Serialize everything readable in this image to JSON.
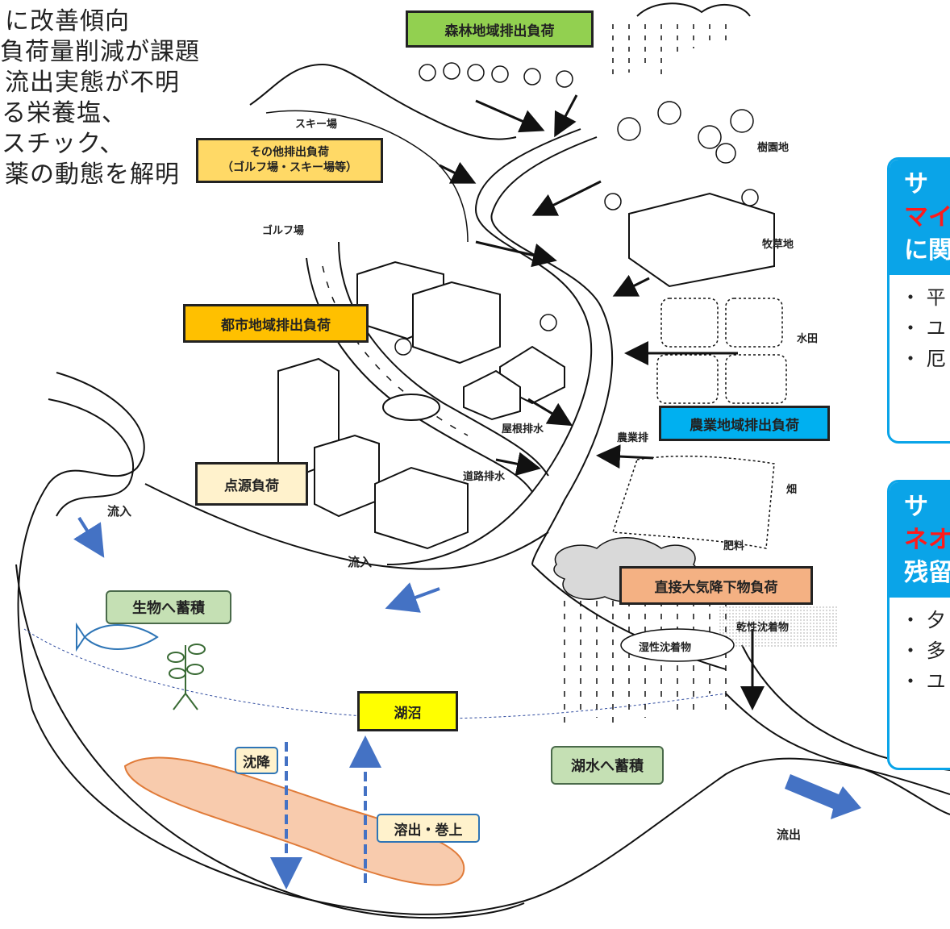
{
  "bullets": [
    "に改善傾向",
    "負荷量削減が課題",
    "流出実態が不明",
    "る栄養塩、",
    "スチック、",
    "薬の動態を解明"
  ],
  "labels": {
    "forest": "森林地域排出負荷",
    "other_line1": "その他排出負荷",
    "other_line2": "（ゴルフ場・スキー場等）",
    "urban": "都市地域排出負荷",
    "agri": "農業地域排出負荷",
    "point": "点源負荷",
    "atmos": "直接大気降下物負荷",
    "lake": "湖沼",
    "bio": "生物へ蓄積",
    "water": "湖水へ蓄積",
    "sediment_down": "沈降",
    "sediment_up": "溶出・巻上"
  },
  "place_labels": {
    "ski": "スキー場",
    "golf": "ゴルフ場",
    "orchard": "樹園地",
    "pasture": "牧草地",
    "paddy": "水田",
    "field": "畑",
    "fertilizer": "肥料",
    "roof": "屋根排水",
    "road": "道路排水",
    "agri_drain": "農業排",
    "inflow1": "流入",
    "inflow2": "流入",
    "outflow": "流出",
    "dry_dep": "乾性沈着物",
    "wet_dep": "湿性沈着物"
  },
  "panels": [
    {
      "title1": "サ",
      "title_red": "マイ",
      "title3": "に関",
      "items": [
        "・ 平",
        "・ ユ",
        "・ 厄"
      ]
    },
    {
      "title1": "サ",
      "title_red": "ネオ",
      "title3": "残留",
      "items": [
        "・ 夕",
        "・ 多",
        "・ ユ"
      ]
    }
  ],
  "colors": {
    "forest": "#92d050",
    "other": "#ffd966",
    "urban": "#ffc000",
    "agri": "#00b0f0",
    "point": "#fff2cc",
    "atmos": "#f4b183",
    "lake": "#ffff00",
    "soft_green": "#c5e0b4",
    "panel": "#0aa4e8",
    "arrow_blue": "#4472c4",
    "sediment": "#f8cbad"
  }
}
